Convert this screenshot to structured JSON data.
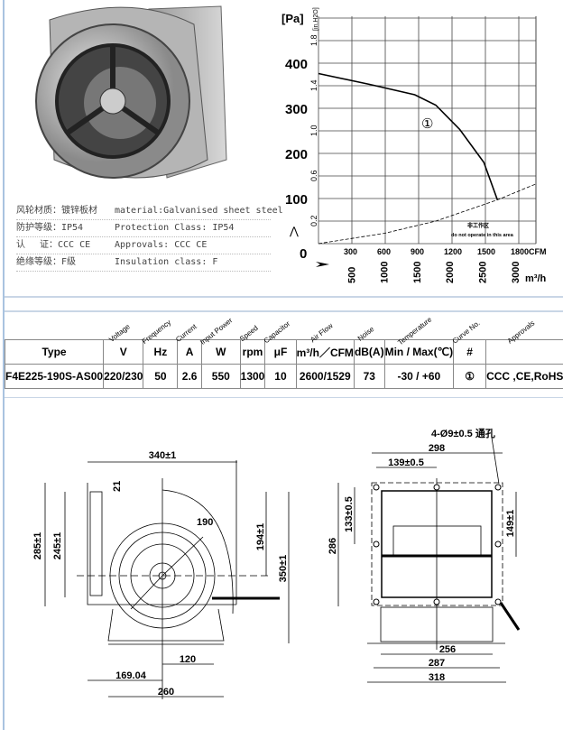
{
  "specs": [
    {
      "cn": "风轮材质：镀锌板材",
      "en": "material:Galvanised sheet steel"
    },
    {
      "cn": "防护等级：IP54",
      "en": "Protection Class: IP54"
    },
    {
      "cn": "认　 证：CCC CE",
      "en": "Approvals: CCC  CE"
    },
    {
      "cn": "绝缘等级：F级",
      "en": "Insulation class: F"
    }
  ],
  "chart_data": {
    "type": "line",
    "y_unit_label": "[Pa]",
    "y2_unit_label": "[in.H2O]",
    "y_ticks": [
      0,
      100,
      200,
      300,
      400
    ],
    "y2_ticks": [
      "0.2",
      "0.6",
      "1.0",
      "1.4",
      "1.8"
    ],
    "x_ticks_cfm": [
      "300",
      "600",
      "900",
      "1200",
      "1500",
      "1800CFM"
    ],
    "x_ticks_m3h": [
      "500",
      "1000",
      "1500",
      "2000",
      "2500",
      "3000"
    ],
    "x2_unit_label": "m³/h",
    "ylim": [
      0,
      480
    ],
    "xlim_cfm": [
      0,
      1950
    ],
    "series": [
      {
        "name": "①",
        "x_cfm": [
          0,
          459,
          865,
          1054,
          1270,
          1486,
          1608
        ],
        "y_pa": [
          377,
          353,
          330,
          307,
          253,
          180,
          97
        ]
      },
      {
        "name": "limit",
        "style": "dashed",
        "x_cfm": [
          0,
          595,
          1054,
          1608,
          1951
        ],
        "y_pa": [
          0,
          23,
          50,
          97,
          132
        ]
      }
    ],
    "curve_label": "①",
    "zone_cn": "非工作区",
    "zone_en": "do not operate in this area"
  },
  "table": {
    "rot": [
      "Voltage",
      "Frequency",
      "Current",
      "Input Power",
      "Speed",
      "Capacitor",
      "Air Flow",
      "Noise",
      "Temperature",
      "Curve No.",
      "Approvals"
    ],
    "units": [
      "Type",
      "V",
      "Hz",
      "A",
      "W",
      "rpm",
      "μF",
      "m³/h／CFM",
      "dB(A)",
      "Min / Max(℃)",
      "#",
      ""
    ],
    "row": [
      "F4E225-190S-AS00",
      "220/230",
      "50",
      "2.6",
      "550",
      "1300",
      "10",
      "2600/1529",
      "73",
      "-30 / +60",
      "①",
      "CCC ,CE,RoHS"
    ]
  },
  "drawing_left": {
    "w": "340±1",
    "h1": "285±1",
    "h2": "245±1",
    "d21": "21",
    "d190": "190",
    "d194": "194±1",
    "d350": "350±1",
    "d120": "120",
    "d169": "169.04",
    "d260": "260"
  },
  "drawing_right": {
    "holes": "4-Ø9±0.5 通孔",
    "w298": "298",
    "w139": "139±0.5",
    "h133": "133±0.5",
    "h286": "286",
    "h149": "149±1",
    "w256": "256",
    "w287": "287",
    "w318": "318"
  }
}
